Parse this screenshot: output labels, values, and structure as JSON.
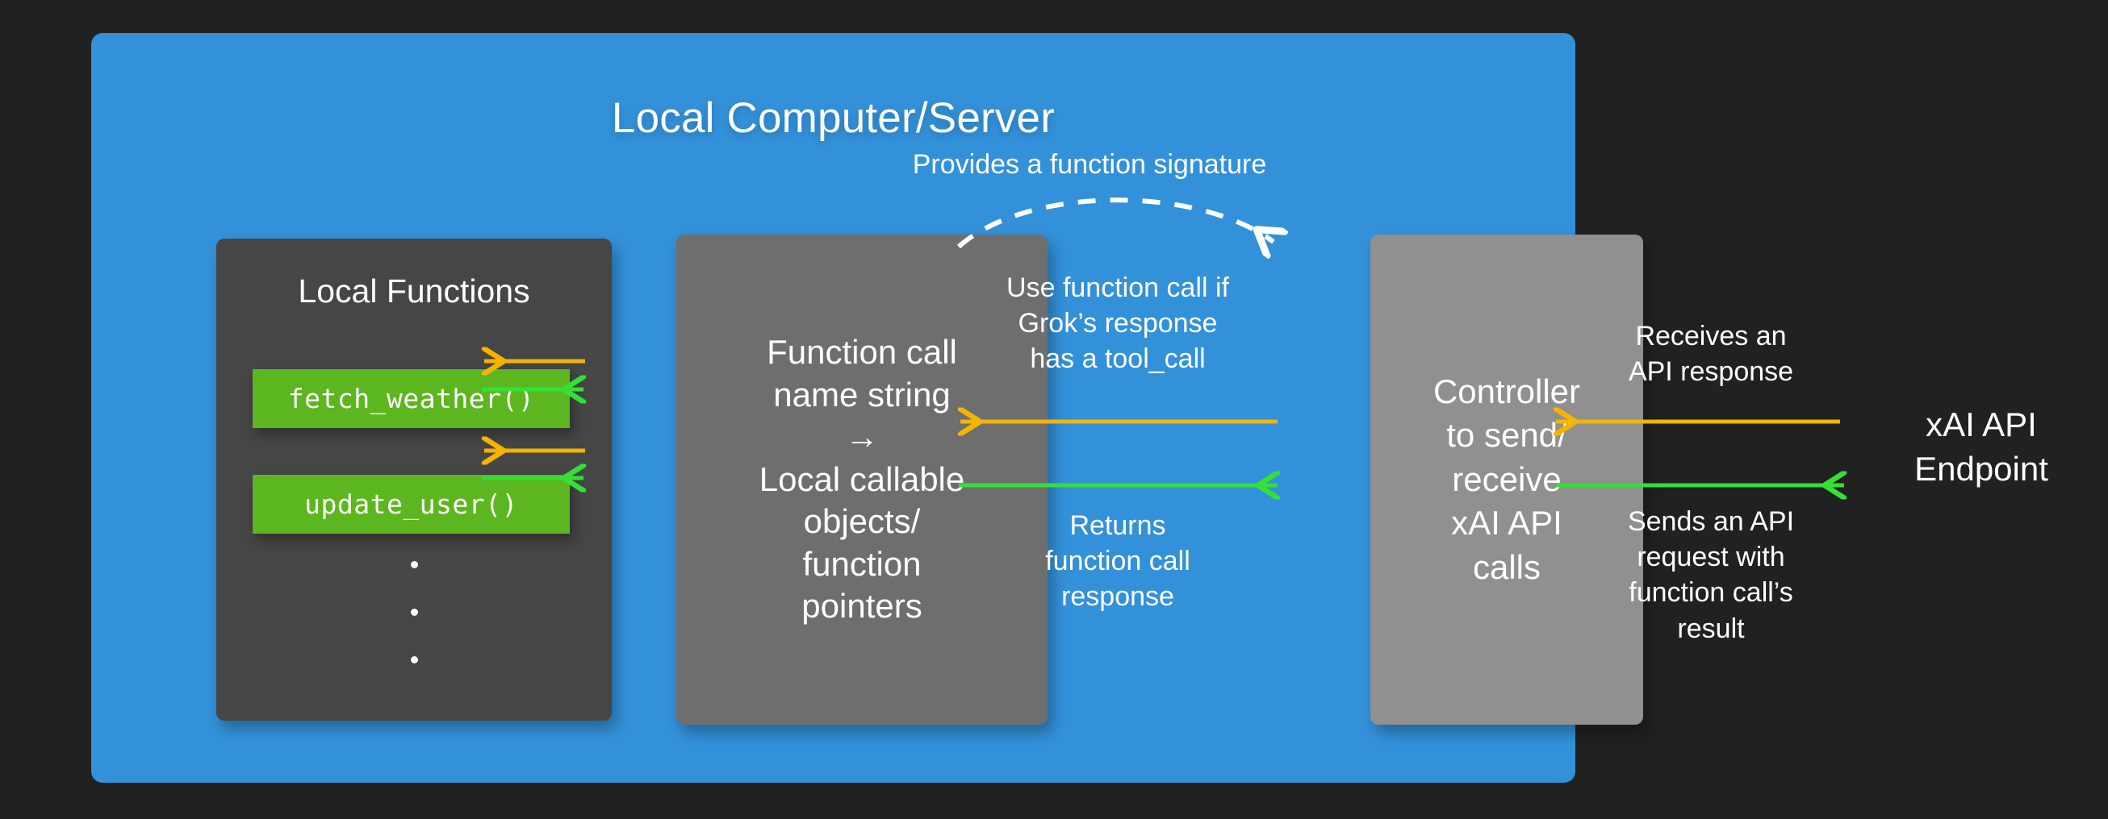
{
  "diagram": {
    "title": "Local Computer/Server",
    "background_color": "#212121",
    "panel_color": "#3391da",
    "colors": {
      "panel_blue": "#3391da",
      "dark_box": "#464646",
      "mid_gray_box": "#6e6e6e",
      "light_gray_box": "#909090",
      "function_chip_green": "#5cb61f",
      "arrow_green": "#35e035",
      "arrow_orange": "#f5b400",
      "text_white": "#ffffff"
    }
  },
  "local_functions": {
    "title": "Local Functions",
    "chips": [
      {
        "label": "fetch_weather()"
      },
      {
        "label": "update_user()"
      }
    ],
    "ellipsis": "•••"
  },
  "translator": {
    "text": "Function call\nname string\n→\nLocal callable\nobjects/\nfunction\npointers"
  },
  "controller": {
    "text": "Controller\nto send/\nreceive\nxAI API\ncalls"
  },
  "endpoint": {
    "label": "xAI API\nEndpoint"
  },
  "labels": {
    "provides_signature": "Provides a function signature",
    "use_function_call": "Use function call if\nGrok’s response\nhas a tool_call",
    "returns_response": "Returns\nfunction call\nresponse",
    "receives_response": "Receives an\nAPI response",
    "sends_request": "Sends an API\nrequest with\nfunction call’s\nresult"
  },
  "arrows": [
    {
      "name": "orange-into-fetch-weather",
      "color": "#f5b400",
      "direction": "left",
      "style": "solid"
    },
    {
      "name": "green-out-of-fetch-weather",
      "color": "#35e035",
      "direction": "right",
      "style": "solid"
    },
    {
      "name": "orange-into-update-user",
      "color": "#f5b400",
      "direction": "left",
      "style": "solid"
    },
    {
      "name": "green-out-of-update-user",
      "color": "#35e035",
      "direction": "right",
      "style": "solid"
    },
    {
      "name": "orange-controller-to-translator",
      "color": "#f5b400",
      "direction": "left",
      "style": "solid"
    },
    {
      "name": "green-translator-to-controller",
      "color": "#35e035",
      "direction": "right",
      "style": "solid"
    },
    {
      "name": "orange-endpoint-to-controller",
      "color": "#f5b400",
      "direction": "left",
      "style": "solid"
    },
    {
      "name": "green-controller-to-endpoint",
      "color": "#35e035",
      "direction": "right",
      "style": "solid"
    },
    {
      "name": "dashed-signature-curve",
      "color": "#ffffff",
      "direction": "right",
      "style": "dashed"
    }
  ]
}
